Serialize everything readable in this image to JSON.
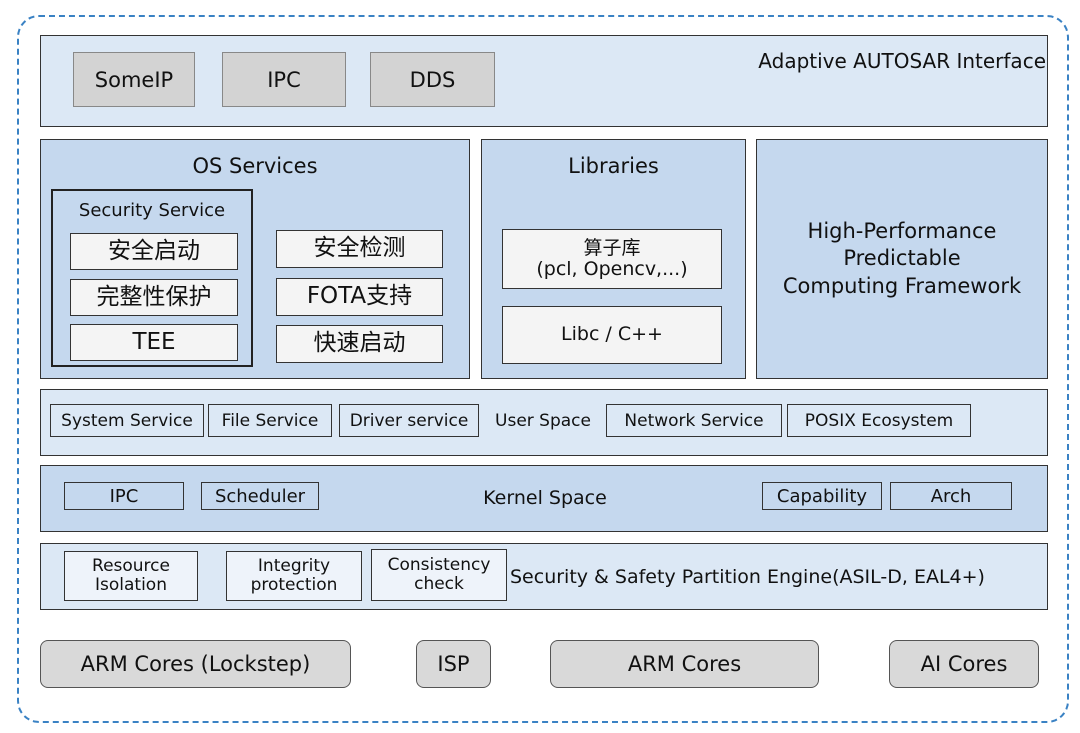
{
  "adaptive": {
    "title": "Adaptive AUTOSAR Interface",
    "items": [
      "SomeIP",
      "IPC",
      "DDS"
    ]
  },
  "os_services": {
    "title": "OS Services",
    "security": {
      "title": "Security Service",
      "items": [
        "安全启动",
        "完整性保护",
        "TEE"
      ]
    },
    "right_items": [
      "安全检测",
      "FOTA支持",
      "快速启动"
    ]
  },
  "libraries": {
    "title": "Libraries",
    "items": [
      "算子库\n(pcl, Opencv,...)",
      "Libc / C++"
    ]
  },
  "hpc": {
    "title": "High-Performance\nPredictable\nComputing Framework"
  },
  "user_space": {
    "label": "User Space",
    "items": [
      "System Service",
      "File Service",
      "Driver service",
      "Network Service",
      "POSIX Ecosystem"
    ]
  },
  "kernel_space": {
    "label": "Kernel Space",
    "items": [
      "IPC",
      "Scheduler",
      "Capability",
      "Arch"
    ]
  },
  "partition": {
    "label": "Security & Safety  Partition Engine(ASIL-D, EAL4+)",
    "items": [
      "Resource\nIsolation",
      "Integrity\nprotection",
      "Consistency\ncheck"
    ]
  },
  "hardware": [
    "ARM Cores (Lockstep)",
    "ISP",
    "ARM Cores",
    "AI Cores"
  ],
  "colors": {
    "border": "#3a82c4",
    "light_panel": "#dce8f5",
    "mid_panel": "#c5d8ee",
    "gray_box": "#d3d3d3"
  }
}
